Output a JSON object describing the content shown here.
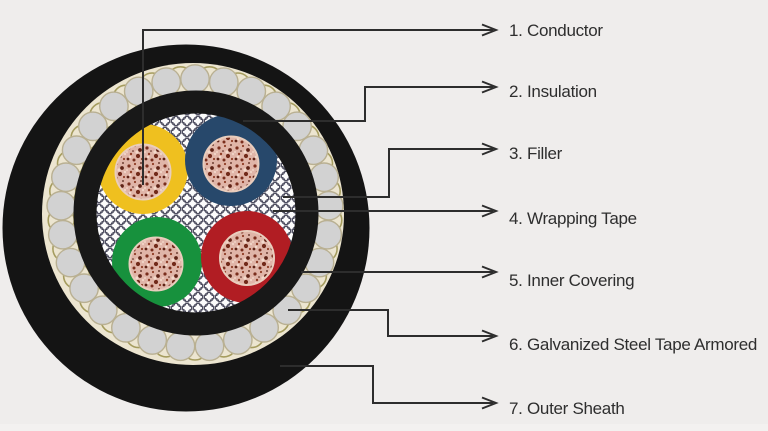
{
  "background_color": "#efedec",
  "line_color": "#2d2d2d",
  "text_color": "#2e2e2e",
  "labels": [
    {
      "text": "1. Conductor"
    },
    {
      "text": "2. Insulation"
    },
    {
      "text": "3. Filler"
    },
    {
      "text": "4. Wrapping Tape"
    },
    {
      "text": "5. Inner Covering"
    },
    {
      "text": "6. Galvanized Steel Tape Armored"
    },
    {
      "text": "7. Outer Sheath"
    }
  ],
  "cable": {
    "outer_sheath_color": "#141414",
    "inner_covering_color": "#181818",
    "filler_bed_color": "#ece5d0",
    "wrapping_tape_color": "#fcfcfc",
    "hatch_line_color": "#3e3e52",
    "armor": {
      "bead_fill": "#d2d2d2",
      "bead_stroke": "#b9b092",
      "wire_outline": "#a59c5e",
      "count": 29
    },
    "cores": [
      {
        "name": "yellow",
        "insulation_color": "#efc01f"
      },
      {
        "name": "blue",
        "insulation_color": "#27486b"
      },
      {
        "name": "green",
        "insulation_color": "#17913d"
      },
      {
        "name": "red",
        "insulation_color": "#b11d23"
      }
    ],
    "conductor_color": "#e0b5a8"
  }
}
